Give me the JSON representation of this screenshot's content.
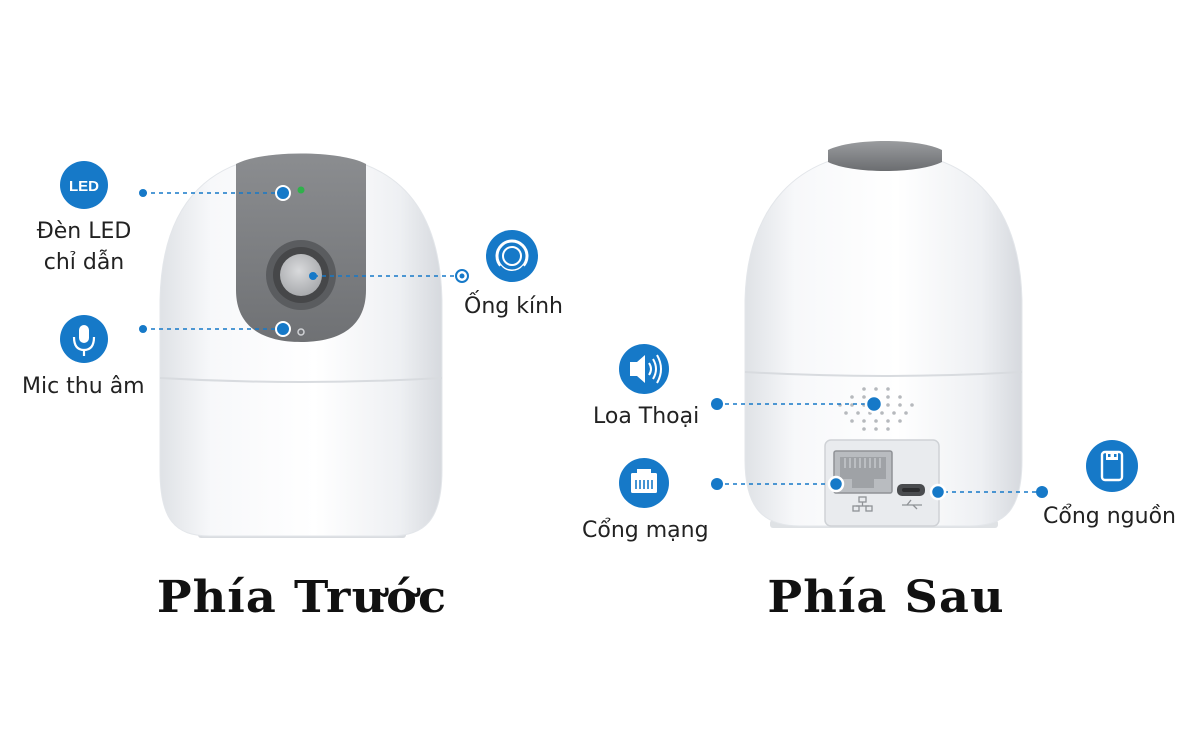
{
  "front": {
    "title": "Phía Trước",
    "labels": {
      "led_icon_text": "LED",
      "led_line1": "Đèn LED",
      "led_line2": "chỉ dẫn",
      "lens": "Ống kính",
      "mic": "Mic thu âm"
    }
  },
  "back": {
    "title": "Phía Sau",
    "labels": {
      "speaker": "Loa Thoại",
      "network": "Cổng mạng",
      "power": "Cổng nguồn"
    }
  },
  "colors": {
    "accent": "#1679c8",
    "camera_body": "#f4f5f7",
    "camera_face": "#7d7f82",
    "title": "#111111"
  },
  "icons": [
    "led-icon",
    "lens-icon",
    "microphone-icon",
    "speaker-icon",
    "ethernet-icon",
    "usb-icon"
  ]
}
